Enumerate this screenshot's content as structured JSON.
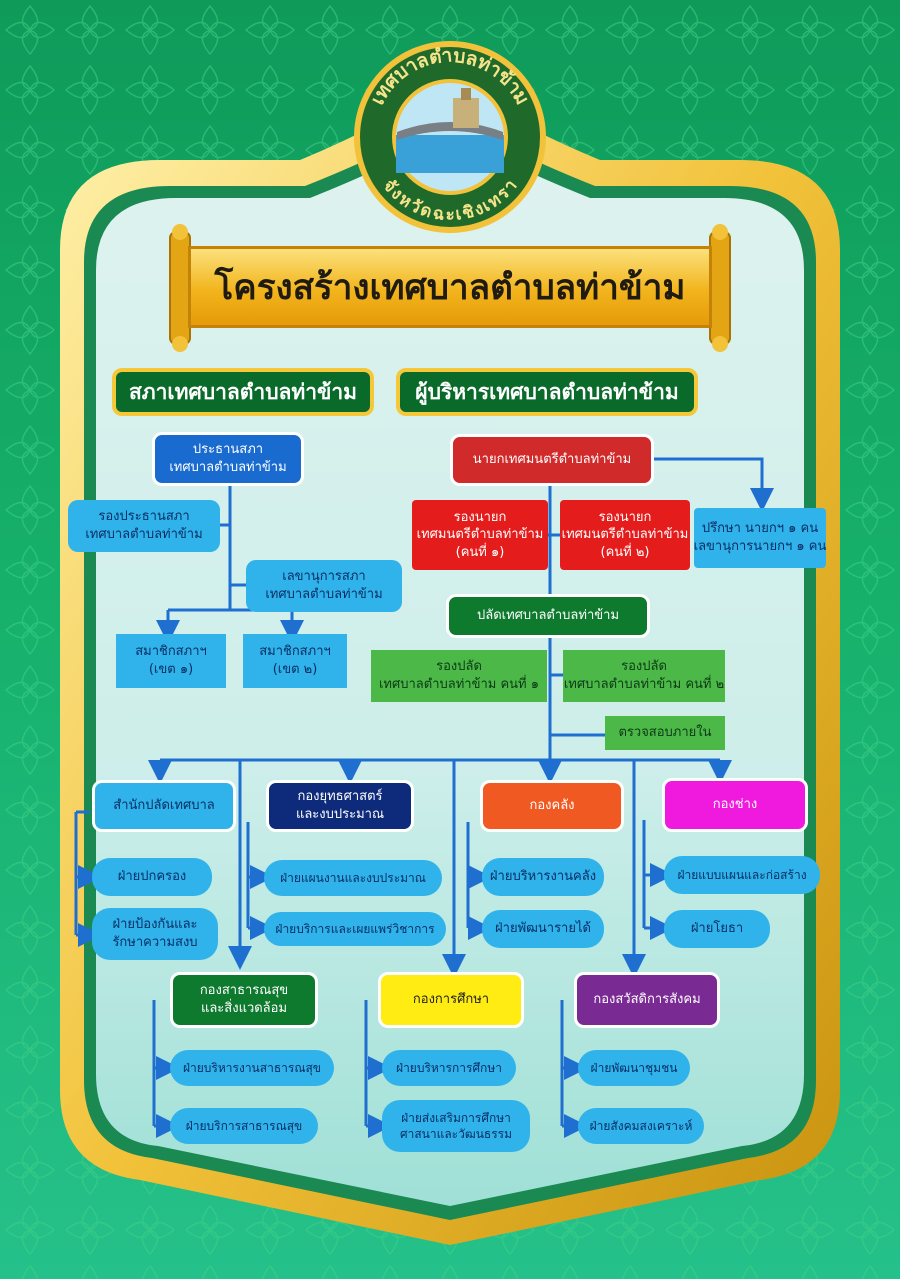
{
  "logo": {
    "top_text": "เทศบาลตำบลท่าข้าม",
    "bottom_text": "จังหวัดฉะเชิงเทรา"
  },
  "title": "โครงสร้างเทศบาลตำบลท่าข้าม",
  "sections": {
    "left": "สภาเทศบาลตำบลท่าข้าม",
    "right": "ผู้บริหารเทศบาลตำบลท่าข้าม"
  },
  "council": {
    "president": [
      "ประธานสภา",
      "เทศบาลตำบลท่าข้าม"
    ],
    "vice_president": [
      "รองประธานสภา",
      "เทศบาลตำบลท่าข้าม"
    ],
    "secretary": [
      "เลขานุการสภา",
      "เทศบาลตำบลท่าข้าม"
    ],
    "member1": [
      "สมาชิกสภาฯ",
      "(เขต ๑)"
    ],
    "member2": [
      "สมาชิกสภาฯ",
      "(เขต ๒)"
    ]
  },
  "executive": {
    "mayor": [
      "นายกเทศมนตรีตำบลท่าข้าม"
    ],
    "deputy1": [
      "รองนายก",
      "เทศมนตรีตำบลท่าข้าม",
      "(คนที่ ๑)"
    ],
    "deputy2": [
      "รองนายก",
      "เทศมนตรีตำบลท่าข้าม",
      "(คนที่ ๒)"
    ],
    "advisor": [
      "ปรึกษา นายกฯ ๑ คน",
      "เลขานุการนายกฯ ๑ คน"
    ],
    "clerk": [
      "ปลัดเทศบาลตำบลท่าข้าม"
    ],
    "deputy_clerk1": [
      "รองปลัด",
      "เทศบาลตำบลท่าข้าม คนที่ ๑"
    ],
    "deputy_clerk2": [
      "รองปลัด",
      "เทศบาลตำบลท่าข้าม คนที่ ๒"
    ],
    "audit": [
      "ตรวจสอบภายใน"
    ]
  },
  "departments": {
    "office": {
      "name": [
        "สำนักปลัดเทศบาล"
      ],
      "subs": [
        [
          "ฝ่ายปกครอง"
        ],
        [
          "ฝ่ายป้องกันและ",
          "รักษาความสงบ"
        ]
      ]
    },
    "strategy": {
      "name": [
        "กองยุทธศาสตร์",
        "และงบประมาณ"
      ],
      "subs": [
        [
          "ฝ่ายแผนงานและงบประมาณ"
        ],
        [
          "ฝ่ายบริการและเผยแพร่วิชาการ"
        ]
      ]
    },
    "finance": {
      "name": [
        "กองคลัง"
      ],
      "subs": [
        [
          "ฝ่ายบริหารงานคลัง"
        ],
        [
          "ฝ่ายพัฒนารายได้"
        ]
      ]
    },
    "engineering": {
      "name": [
        "กองช่าง"
      ],
      "subs": [
        [
          "ฝ่ายแบบแผนและก่อสร้าง"
        ],
        [
          "ฝ่ายโยธา"
        ]
      ]
    },
    "health": {
      "name": [
        "กองสาธารณสุข",
        "และสิ่งแวดล้อม"
      ],
      "subs": [
        [
          "ฝ่ายบริหารงานสาธารณสุข"
        ],
        [
          "ฝ่ายบริการสาธารณสุข"
        ]
      ]
    },
    "education": {
      "name": [
        "กองการศึกษา"
      ],
      "subs": [
        [
          "ฝ่ายบริหารการศึกษา"
        ],
        [
          "ฝ่ายส่งเสริมการศึกษา",
          "ศาสนาและวัฒนธรรม"
        ]
      ]
    },
    "welfare": {
      "name": [
        "กองสวัสดิการสังคม"
      ],
      "subs": [
        [
          "ฝ่ายพัฒนาชุมชน"
        ],
        [
          "ฝ่ายสังคมสงเคราะห์"
        ]
      ]
    }
  },
  "colors": {
    "line": "#1f6fd1",
    "frame_gold": "#f2c23a",
    "panel": "#cdeeea",
    "background": "#16b06a"
  }
}
